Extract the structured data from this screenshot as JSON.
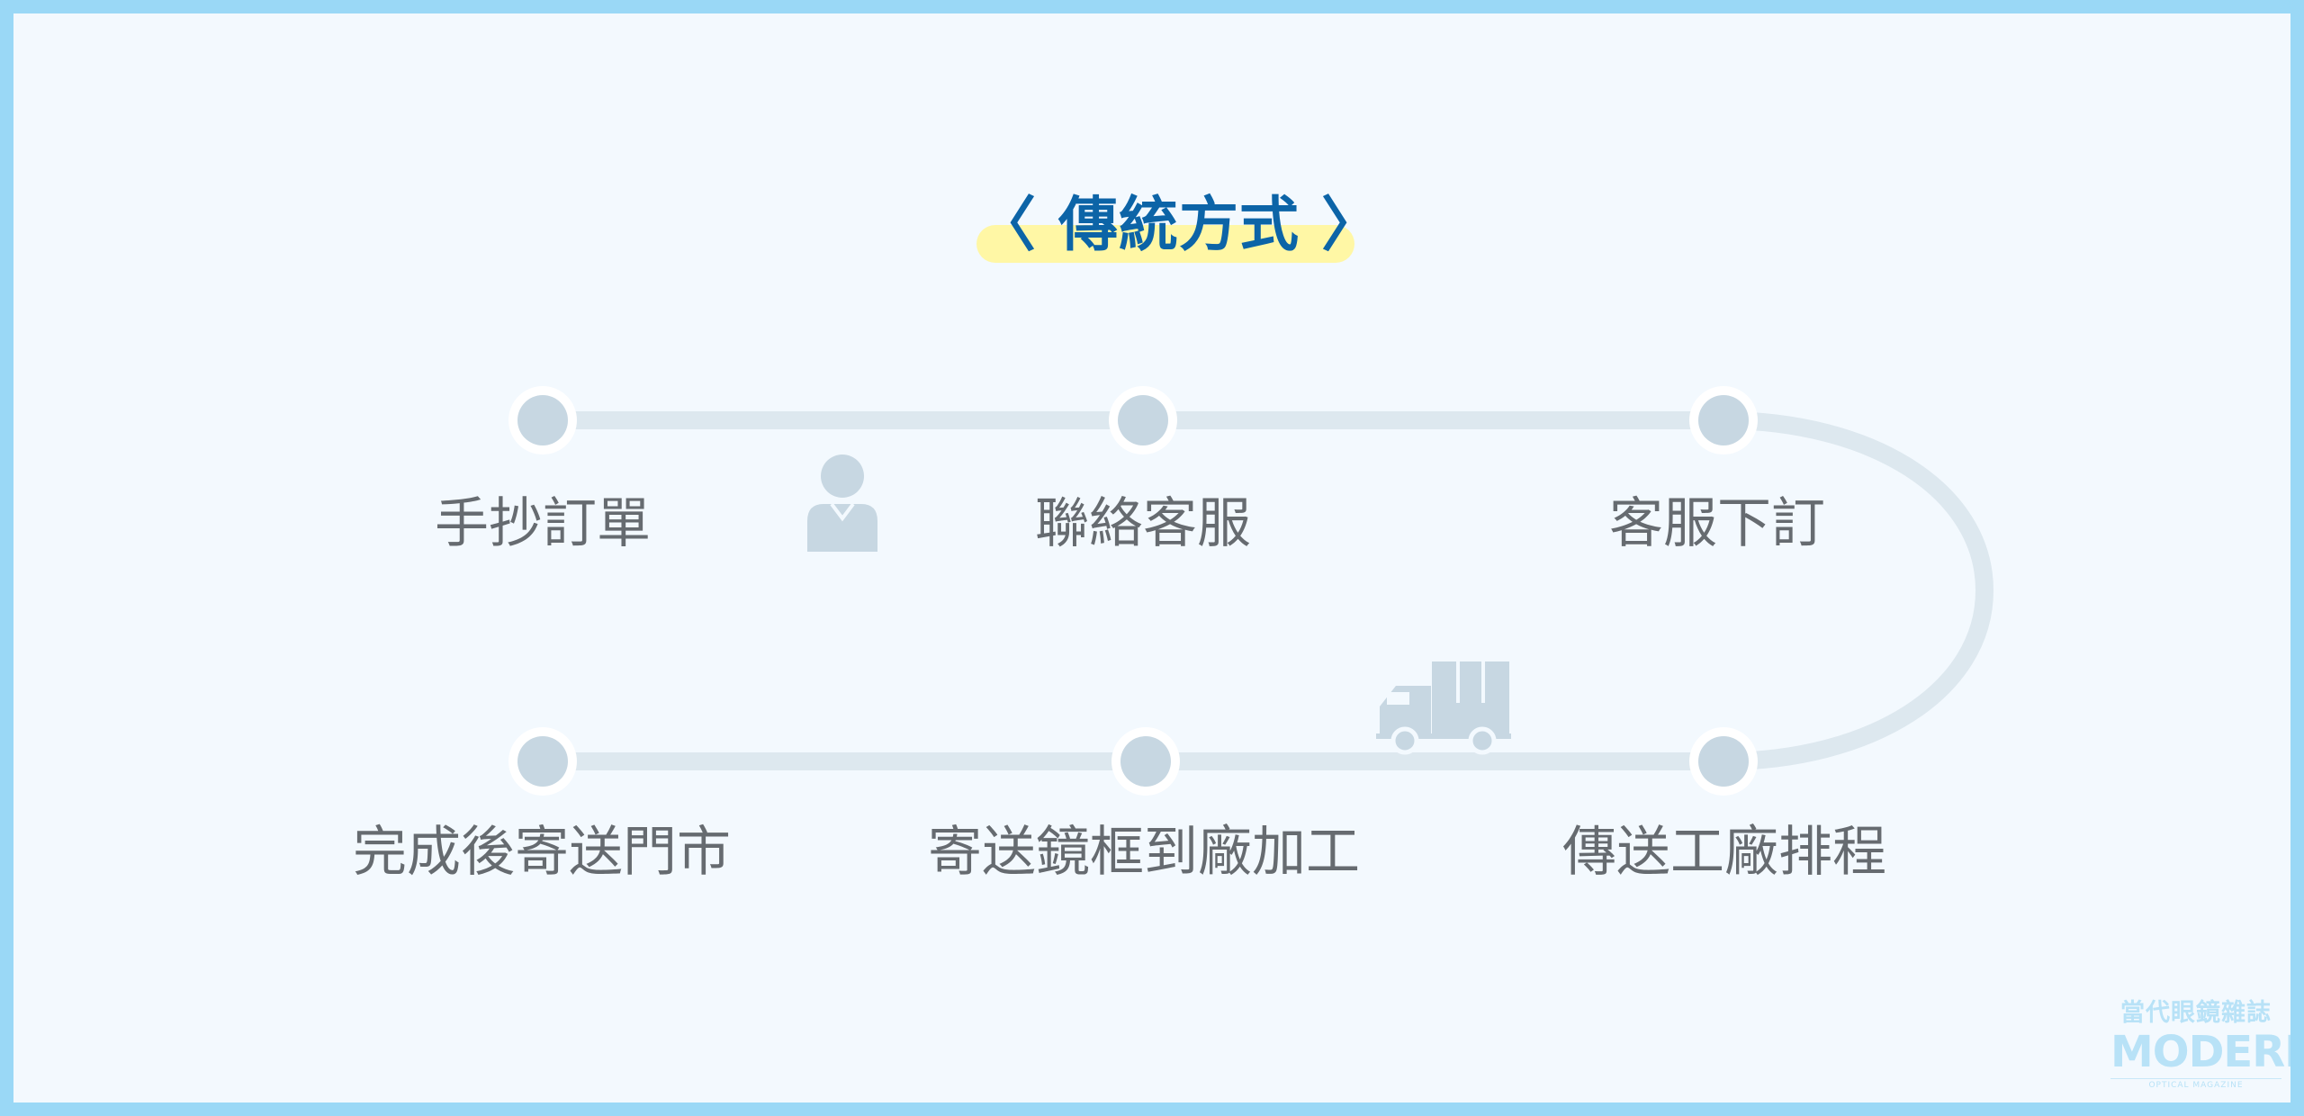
{
  "title": "〈 傳統方式 〉",
  "steps": [
    {
      "label": "手抄訂單"
    },
    {
      "label": "聯絡客服"
    },
    {
      "label": "客服下訂"
    },
    {
      "label": "傳送工廠排程"
    },
    {
      "label": "寄送鏡框到廠加工"
    },
    {
      "label": "完成後寄送門市"
    }
  ],
  "icons": {
    "person": "person-icon",
    "truck": "delivery-truck-icon"
  },
  "watermark": {
    "chinese": "當代眼鏡雜誌",
    "english": "MODERN",
    "subtitle": "OPTICAL MAGAZINE"
  },
  "colors": {
    "border": "#9ad8f6",
    "background": "#f3f9fe",
    "track": "#dde8ef",
    "node": "#c7d7e2",
    "title": "#0c64a7",
    "title_highlight": "#fff7a5",
    "label": "#666b70"
  }
}
